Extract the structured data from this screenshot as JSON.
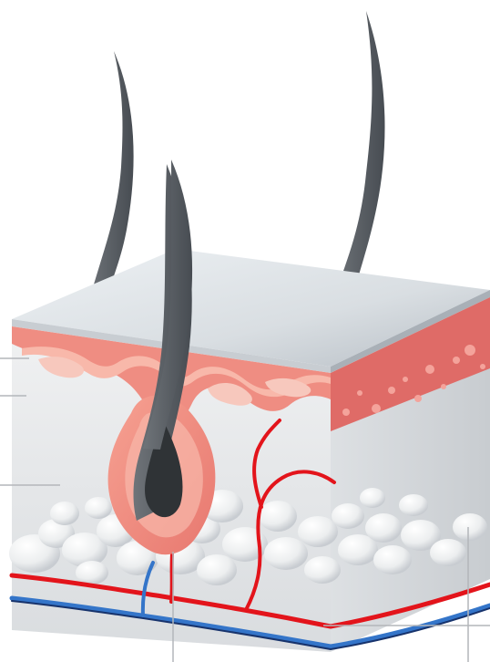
{
  "diagram": {
    "subject": "skin-cross-section-with-hair-follicle",
    "labels_visible": false,
    "parts": [
      "hair-strand-left",
      "hair-strand-right",
      "hair-strand-center",
      "epidermis-top-surface",
      "dermis-pink-layer",
      "hypodermis-white-layer",
      "fat-cells",
      "hair-follicle-bulb",
      "artery-red-vessel",
      "vein-blue-vessel",
      "leader-lines"
    ]
  },
  "colors": {
    "background": "#ffffff",
    "hair": "#555a5f",
    "hair_dark": "#2f3336",
    "top_surface_light": "#dfe4e8",
    "top_surface_dark": "#b7bec5",
    "front_face": "#e6e8ea",
    "right_face": "#d5d8dc",
    "dermis": "#ef8d82",
    "dermis_light": "#f8b8aa",
    "dermis_right": "#df6b67",
    "follicle": "#f08b7f",
    "follicle_light": "#f7b6a8",
    "fat_cell": "#f3f4f5",
    "fat_shadow": "#c8ccd1",
    "artery": "#e3141b",
    "vein": "#3475c9",
    "vein_dark": "#17336c",
    "leader_line": "#b3b6ba"
  }
}
